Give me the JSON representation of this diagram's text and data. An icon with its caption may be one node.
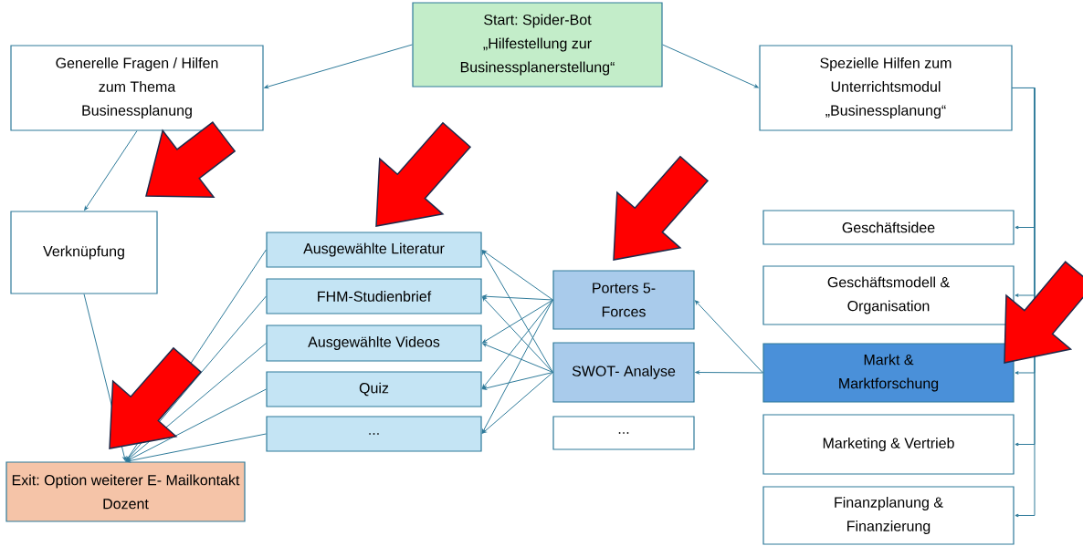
{
  "diagram": {
    "nodes": [
      {
        "text": [
          "Start: Spider-Bot „Hilfestellung zur Businessplanerstellung“"
        ]
      },
      {
        "text": [
          "Generelle Fragen / Hilfen zum Thema Businessplanung"
        ]
      },
      {
        "text": [
          "Spezielle Hilfen zum Unterrichtsmodul „Businessplanung“"
        ]
      },
      {
        "text": [
          "Verknüpfung"
        ]
      },
      {
        "text": [
          "Ausgewählte Literatur"
        ]
      },
      {
        "text": [
          "FHM-Studienbrief"
        ]
      },
      {
        "text": [
          "Ausgewählte Videos"
        ]
      },
      {
        "text": [
          "Quiz"
        ]
      },
      {
        "text": [
          "..."
        ]
      },
      {
        "text": [
          "Porters 5- Forces"
        ]
      },
      {
        "text": [
          "SWOT- Analyse"
        ]
      },
      {
        "text": [
          "..."
        ]
      },
      {
        "text": [
          "Geschäftsidee"
        ]
      },
      {
        "text": [
          "Geschäftsmodell & Organisation"
        ]
      },
      {
        "text": [
          "Markt & Marktforschung"
        ]
      },
      {
        "text": [
          "Marketing & Vertrieb"
        ]
      },
      {
        "text": [
          "Finanzplanung & Finanzierung"
        ]
      },
      {
        "text": [
          "Exit: Option weiterer E- Mailkontakt Dozent"
        ]
      }
    ],
    "edges": [
      {
        "from": 0,
        "to": 1,
        "arrow": "to"
      },
      {
        "from": 0,
        "to": 2,
        "arrow": "to"
      },
      {
        "from": 1,
        "to": 3,
        "arrow": "to"
      },
      {
        "from": 3,
        "to": 17,
        "arrow": "to"
      },
      {
        "from": 4,
        "to": 17,
        "arrow": "to"
      },
      {
        "from": 5,
        "to": 17,
        "arrow": "to"
      },
      {
        "from": 6,
        "to": 17,
        "arrow": "to"
      },
      {
        "from": 7,
        "to": 17,
        "arrow": "to"
      },
      {
        "from": 8,
        "to": 17,
        "arrow": "to"
      },
      {
        "from": 2,
        "to": 12,
        "arrow": "to"
      },
      {
        "from": 2,
        "to": 13,
        "arrow": "to"
      },
      {
        "from": 2,
        "to": 14,
        "arrow": "to"
      },
      {
        "from": 2,
        "to": 15,
        "arrow": "to"
      },
      {
        "from": 2,
        "to": 16,
        "arrow": "to"
      },
      {
        "from": 14,
        "to": 9,
        "arrow": "to"
      },
      {
        "from": 14,
        "to": 10,
        "arrow": "to"
      },
      {
        "from": 9,
        "to": 4,
        "arrow": "to"
      },
      {
        "from": 9,
        "to": 5,
        "arrow": "to"
      },
      {
        "from": 9,
        "to": 6,
        "arrow": "to"
      },
      {
        "from": 9,
        "to": 7,
        "arrow": "to"
      },
      {
        "from": 9,
        "to": 8,
        "arrow": "to"
      },
      {
        "from": 10,
        "to": 4,
        "arrow": "to"
      },
      {
        "from": 10,
        "to": 5,
        "arrow": "to"
      },
      {
        "from": 10,
        "to": 6,
        "arrow": "to"
      },
      {
        "from": 10,
        "to": 7,
        "arrow": "to"
      },
      {
        "from": 10,
        "to": 8,
        "arrow": "to"
      },
      {
        "from": null,
        "to": 3,
        "arrow": "to",
        "style": "thick",
        "color": "#ff0000"
      },
      {
        "from": null,
        "to": 4,
        "arrow": "to",
        "style": "thick",
        "color": "#ff0000"
      },
      {
        "from": null,
        "to": 9,
        "arrow": "to",
        "style": "thick",
        "color": "#ff0000"
      },
      {
        "from": null,
        "to": 17,
        "arrow": "to",
        "style": "thick",
        "color": "#ff0000"
      },
      {
        "from": null,
        "to": 14,
        "arrow": "to",
        "style": "thick",
        "color": "#ff0000"
      }
    ]
  }
}
